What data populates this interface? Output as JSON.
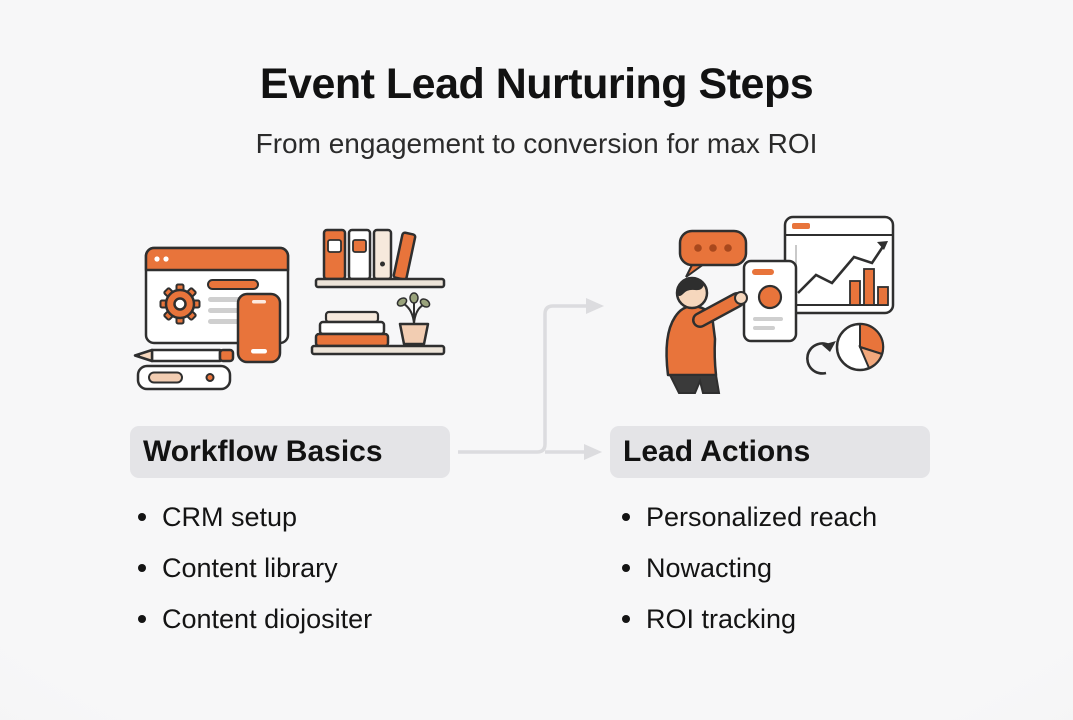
{
  "page": {
    "title": "Event Lead Nurturing Steps",
    "subtitle": "From engagement to conversion for max ROI"
  },
  "columns": {
    "left": {
      "badge": "Workflow Basics",
      "items": [
        "CRM setup",
        "Content library",
        "Content diojositer"
      ]
    },
    "right": {
      "badge": "Lead Actions",
      "items": [
        "Personalized reach",
        "Nowacting",
        "ROI tracking"
      ]
    }
  },
  "icons": {
    "left_illustration": "workspace-browser-gear-phone-books-plant",
    "right_illustration": "person-analytics-charts-pie-speech-bubble",
    "connector": "flow-arrows-left-to-right"
  },
  "colors": {
    "accent": "#E8743B",
    "ink": "#2F2F2F",
    "background": "#F4F4F5",
    "badge-bg": "#E4E4E7",
    "arrow": "#DCDCDF",
    "text": "#141414"
  }
}
